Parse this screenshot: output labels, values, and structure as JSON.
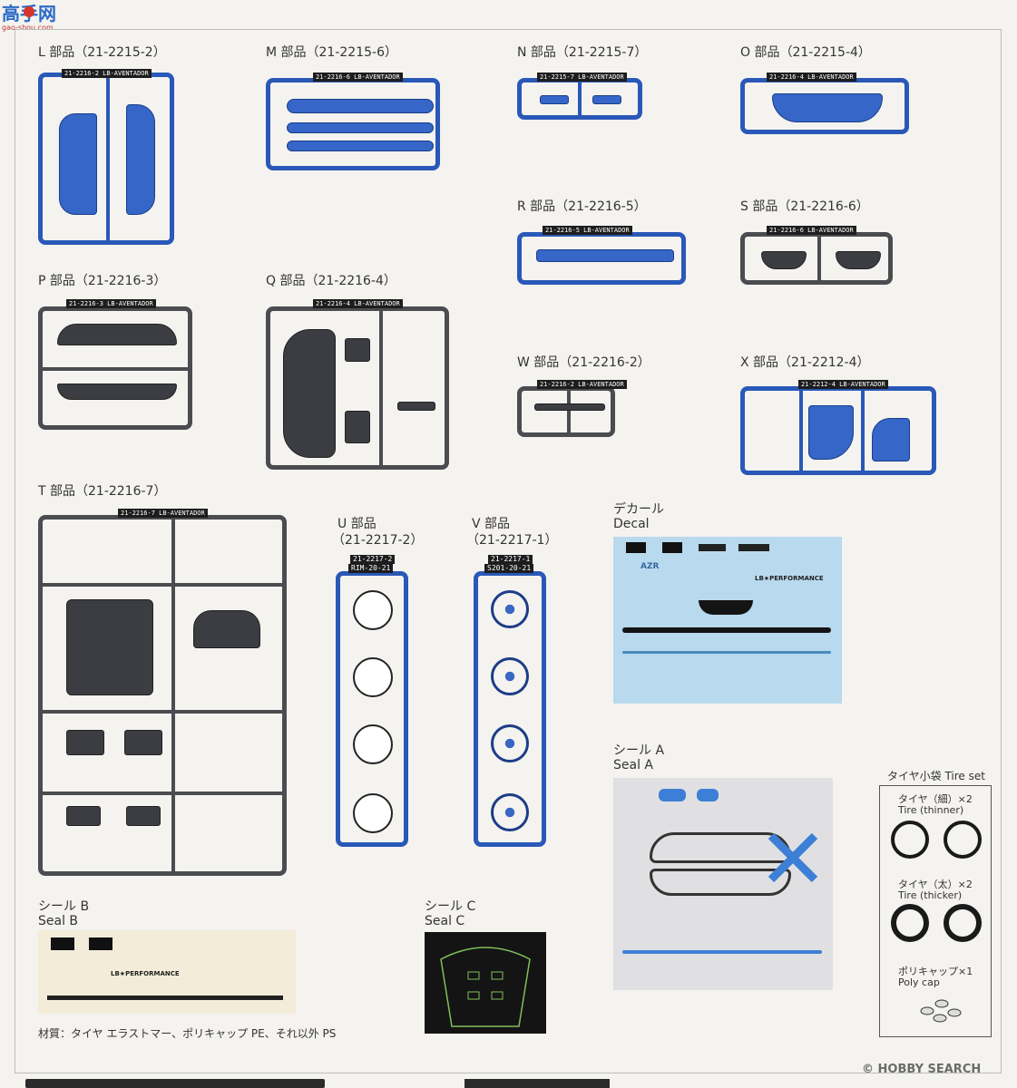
{
  "site_logo": {
    "text": "高手网",
    "url_text": "gao-shou.com"
  },
  "sprues": {
    "L": "L 部品（21-2215-2）",
    "L_tag": "21-2216-2 LB-AVENTADOR",
    "M": "M 部品（21-2215-6）",
    "M_tag": "21-2216-6 LB-AVENTADOR",
    "N": "N 部品（21-2215-7）",
    "N_tag": "21-2215-7 LB-AVENTADOR",
    "O": "O 部品（21-2215-4）",
    "O_tag": "21-2216-4 LB-AVENTADOR",
    "R": "R 部品（21-2216-5）",
    "R_tag": "21-2216-5 LB-AVENTADOR",
    "S": "S 部品（21-2216-6）",
    "S_tag": "21-2216-6 LB-AVENTADOR",
    "P": "P 部品（21-2216-3）",
    "P_tag": "21-2216-3 LB-AVENTADOR",
    "Q": "Q 部品（21-2216-4）",
    "Q_tag": "21-2216-4 LB-AVENTADOR",
    "W": "W 部品（21-2216-2）",
    "W_tag": "21-2216-2 LB-AVENTADOR",
    "X": "X 部品（21-2212-4）",
    "X_tag": "21-2212-4 LB-AVENTADOR",
    "T": "T 部品（21-2216-7）",
    "T_tag": "21-2216-7 LB-AVENTADOR",
    "U_line1": "U 部品",
    "U_line2": "（21-2217-2）",
    "U_tag1": "21-2217-2",
    "U_tag2": "RIM-20-21",
    "V_line1": "V 部品",
    "V_line2": "（21-2217-1）",
    "V_tag1": "21-2217-1",
    "V_tag2": "S201-20-21"
  },
  "decal": {
    "jp": "デカール",
    "en": "Decal",
    "brand_main": "LB★PERFORMANCE",
    "azr": "AZR",
    "lb_logo": "LB★PERFORMANCE"
  },
  "seal_a": {
    "jp": "シール A",
    "en": "Seal A"
  },
  "seal_b": {
    "jp": "シール B",
    "en": "Seal B"
  },
  "seal_c": {
    "jp": "シール C",
    "en": "Seal C"
  },
  "tire_set": {
    "title": "タイヤ小袋 Tire set",
    "thin_jp": "タイヤ（細）×2",
    "thin_en": "Tire (thinner)",
    "thick_jp": "タイヤ（太）×2",
    "thick_en": "Tire (thicker)",
    "poly_jp": "ポリキャップ×1",
    "poly_en": "Poly cap"
  },
  "material_note": "材質：タイヤ エラストマー、ポリキャップ PE、それ以外 PS",
  "watermark": "© HOBBY SEARCH",
  "colors": {
    "sprue_blue": "#2a58b8",
    "sprue_gray": "#4a4c50",
    "decal_bg": "#b9d9ee",
    "seal_c_bg": "#141414"
  }
}
